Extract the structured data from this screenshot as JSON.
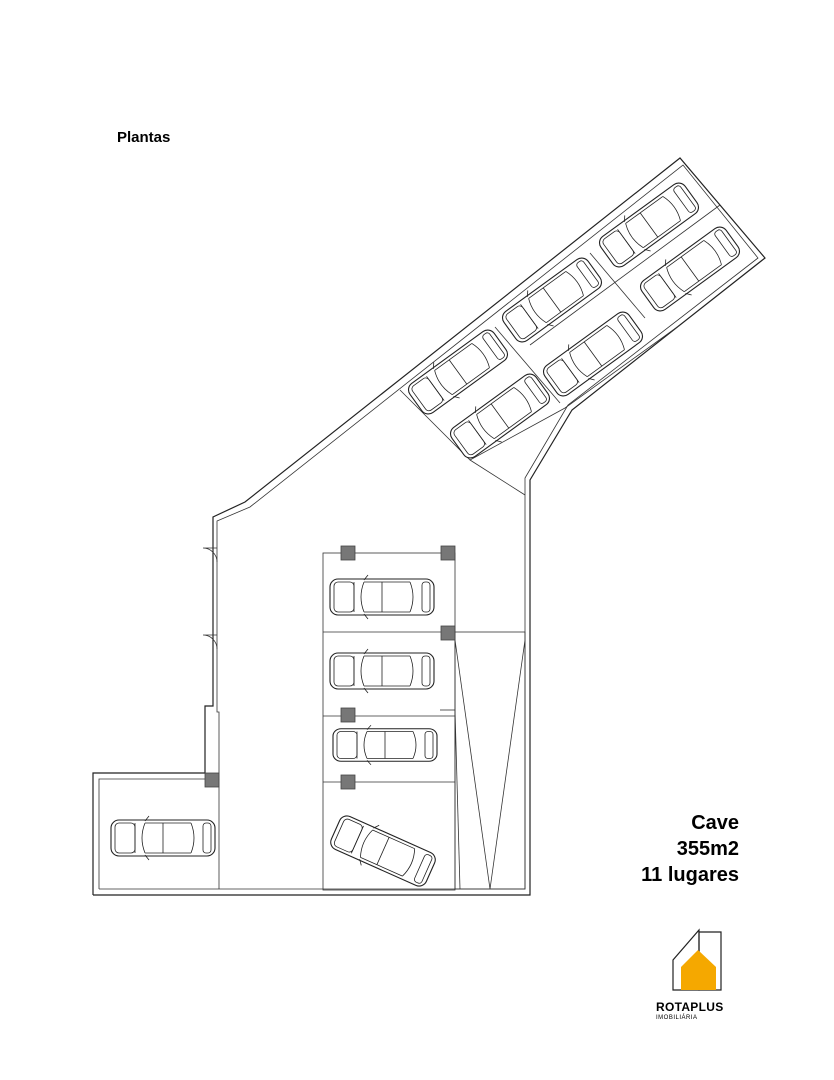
{
  "section_title": "Plantas",
  "floor": {
    "name": "Cave",
    "area": "355m2",
    "spaces": "11 lugares"
  },
  "logo": {
    "brand": "ROTAPLUS",
    "subtitle": "IMOBILIÁRIA",
    "accent_color": "#F5A800"
  },
  "icons": [
    "car-icon",
    "pillar",
    "door-swing",
    "ramp"
  ]
}
